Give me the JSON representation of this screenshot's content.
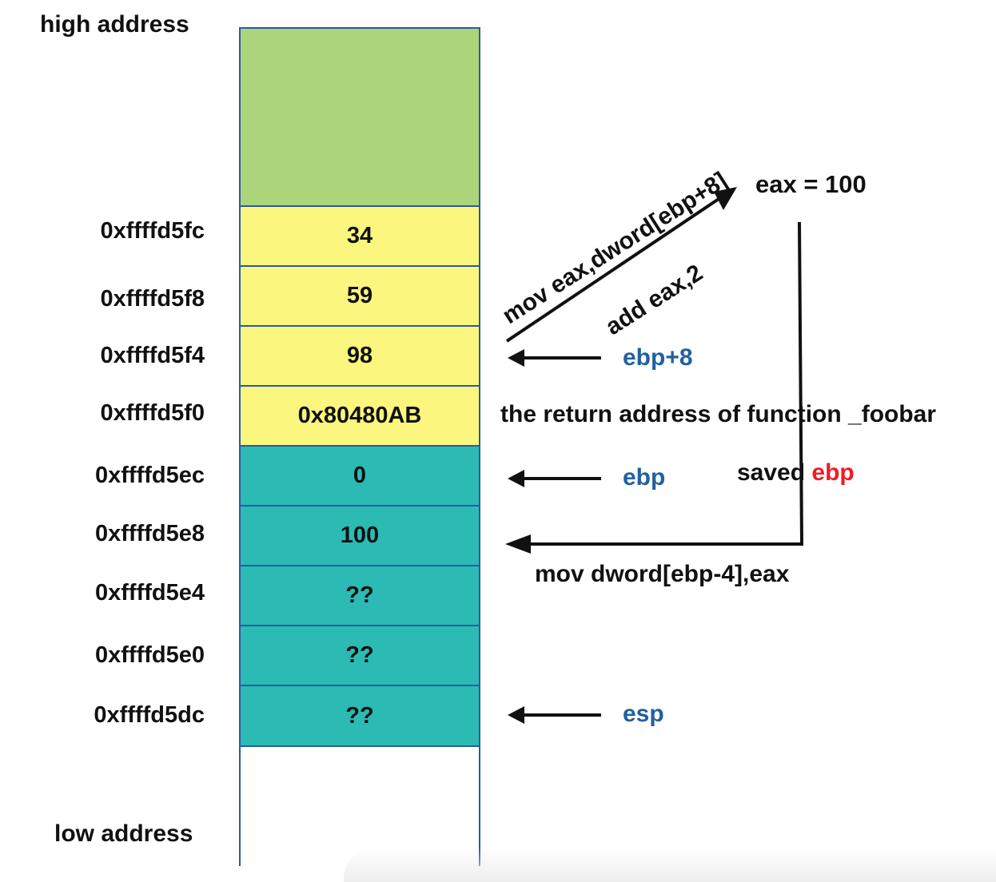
{
  "labels": {
    "high_address": "high address",
    "low_address": "low address"
  },
  "stack": {
    "rows": [
      {
        "address": "0xffffd5fc",
        "value": "34"
      },
      {
        "address": "0xffffd5f8",
        "value": "59"
      },
      {
        "address": "0xffffd5f4",
        "value": "98"
      },
      {
        "address": "0xffffd5f0",
        "value": "0x80480AB"
      },
      {
        "address": "0xffffd5ec",
        "value": "0"
      },
      {
        "address": "0xffffd5e8",
        "value": "100"
      },
      {
        "address": "0xffffd5e4",
        "value": "??"
      },
      {
        "address": "0xffffd5e0",
        "value": "??"
      },
      {
        "address": "0xffffd5dc",
        "value": "??"
      }
    ]
  },
  "annotations": {
    "instr_mov_eax": "mov eax,dword[ebp+8]",
    "instr_add_eax": "add eax,2",
    "eax_value": "eax = 100",
    "ptr_ebp_plus_8": "ebp+8",
    "return_address_note": "the return address of function _foobar",
    "ptr_ebp": "ebp",
    "saved_ebp_prefix": "saved",
    "saved_ebp_reg": "ebp",
    "instr_mov_store": "mov dword[ebp-4],eax",
    "ptr_esp": "esp"
  },
  "colors": {
    "region_unused": "#acd47a",
    "region_caller": "#fbf67d",
    "region_callee": "#2bbbb4",
    "border": "#2a5aa3",
    "register_label": "#22609e",
    "highlight": "#ee1c24",
    "arrow": "#111111"
  }
}
